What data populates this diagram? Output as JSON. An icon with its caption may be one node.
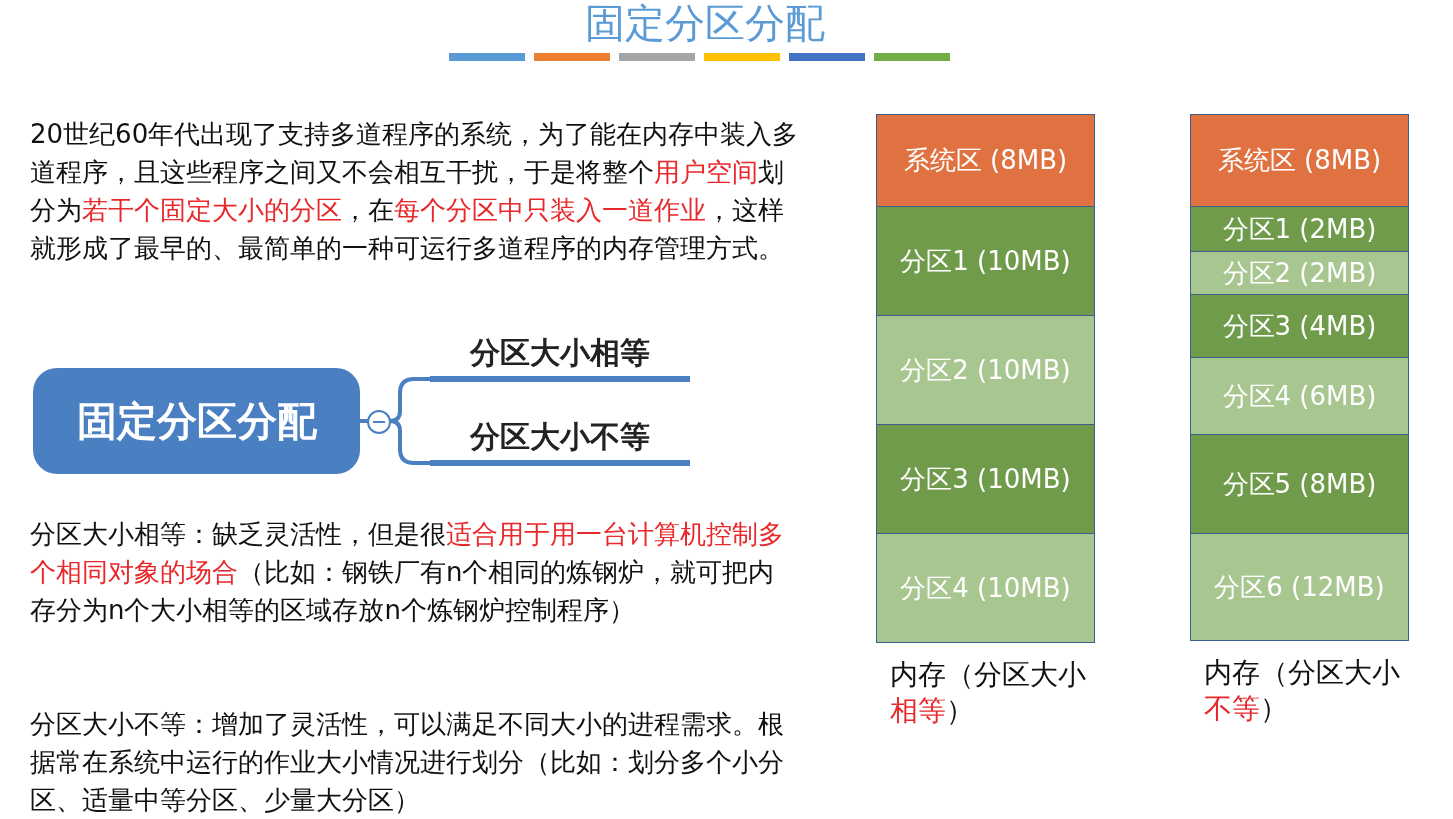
{
  "diagram": {
    "title": "固定分区分配",
    "nodes": [
      {
        "text": [
          "固定分区分配"
        ]
      },
      {
        "text": [
          "分区大小相等"
        ]
      },
      {
        "text": [
          "分区大小不等"
        ]
      },
      {
        "text": [
          "内存（分区大小**相等**）"
        ]
      },
      {
        "text": [
          "系统区 (8MB)"
        ],
        "in": 3
      },
      {
        "text": [
          "分区1 (10MB)"
        ],
        "in": 3
      },
      {
        "text": [
          "分区2 (10MB)"
        ],
        "in": 3
      },
      {
        "text": [
          "分区3 (10MB)"
        ],
        "in": 3
      },
      {
        "text": [
          "分区4 (10MB)"
        ],
        "in": 3
      },
      {
        "text": [
          "内存（分区大小**不等**）"
        ]
      },
      {
        "text": [
          "系统区 (8MB)"
        ],
        "in": 9
      },
      {
        "text": [
          "分区1 (2MB)"
        ],
        "in": 9
      },
      {
        "text": [
          "分区2 (2MB)"
        ],
        "in": 9
      },
      {
        "text": [
          "分区3 (4MB)"
        ],
        "in": 9
      },
      {
        "text": [
          "分区4 (6MB)"
        ],
        "in": 9
      },
      {
        "text": [
          "分区5 (8MB)"
        ],
        "in": 9
      },
      {
        "text": [
          "分区6 (12MB)"
        ],
        "in": 9
      }
    ],
    "edges": [
      {
        "from": 0,
        "to": 1,
        "arrow": "none"
      },
      {
        "from": 0,
        "to": 2,
        "arrow": "none"
      }
    ],
    "labels": [
      "20世纪60年代出现了支持多道程序的系统，为了能在内存中装入多道程序，且这些程序之间又不会相互干扰，于是将整个**用户空间**划分为**若干个固定大小的分区**，在**每个分区中只装入一道作业**，这样就形成了最早的、最简单的一种可运行多道程序的内存管理方式。",
      "分区大小相等：缺乏灵活性，但是很**适合用于用一台计算机控制多个相同对象的场合**（比如：钢铁厂有n个相同的炼钢炉，就可把内存分为n个大小相等的区域存放n个炼钢炉控制程序）",
      "分区大小不等：增加了灵活性，可以满足不同大小的进程需求。根据常在系统中运行的作业大小情况进行划分（比如：划分多个小分区、适量中等分区、少量大分区）"
    ]
  }
}
